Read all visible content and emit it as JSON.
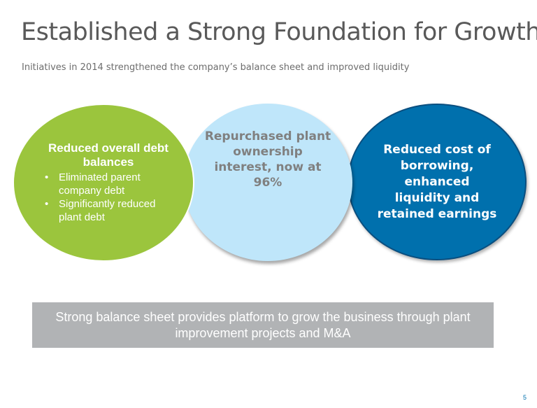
{
  "title": "Established a Strong Foundation for Growth",
  "subtitle": "Initiatives in 2014 strengthened the company’s balance sheet and improved liquidity",
  "circles": {
    "left": {
      "heading": "Reduced overall debt balances",
      "bullets": [
        "Eliminated parent company debt",
        "Significantly reduced plant debt"
      ],
      "color": "#9bc53d"
    },
    "middle": {
      "text": "Repurchased plant ownership interest, now at 96%",
      "color": "#bfe6fa"
    },
    "right": {
      "text": "Reduced cost of borrowing, enhanced liquidity and retained earnings",
      "color": "#0070ad"
    }
  },
  "banner": "Strong balance sheet provides platform to grow the business through plant improvement projects and M&A",
  "page_number": "5"
}
